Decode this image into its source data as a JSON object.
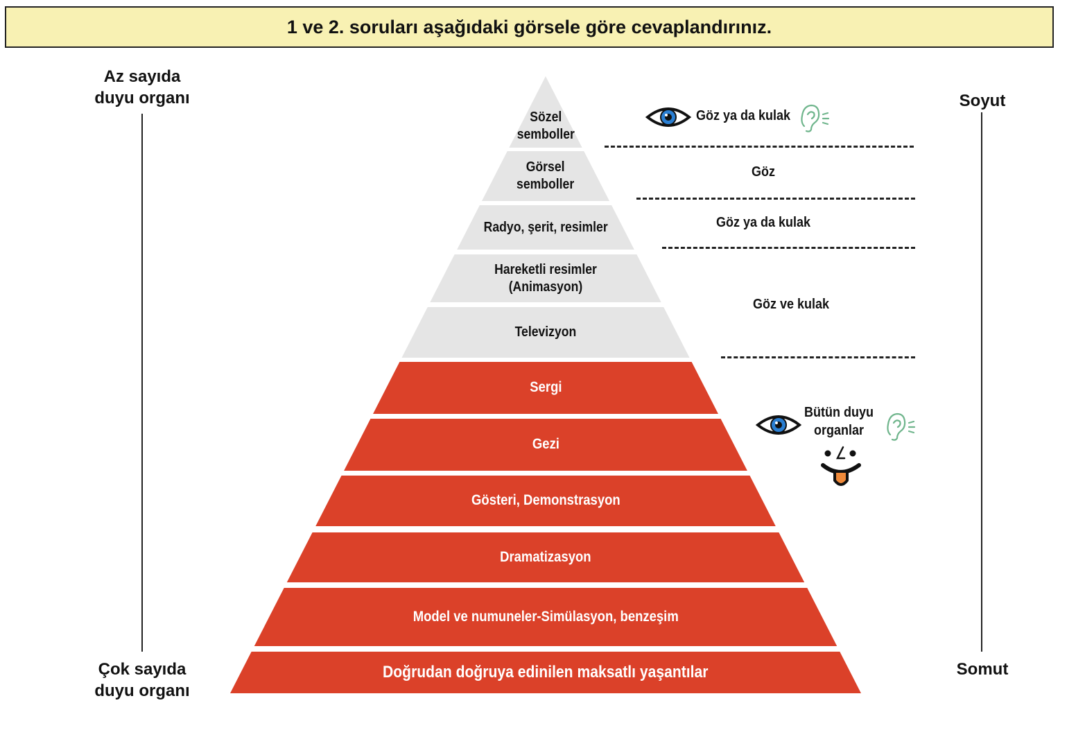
{
  "banner": "1 ve 2. soruları aşağıdaki görsele göre cevaplandırınız.",
  "left_axis": {
    "top": [
      "Az sayıda",
      "duyu organı"
    ],
    "bottom": [
      "Çok sayıda",
      "duyu organı"
    ]
  },
  "right_axis": {
    "top": "Soyut",
    "bottom": "Somut"
  },
  "colors": {
    "gray": "#e5e5e5",
    "red": "#db4129",
    "banner": "#f8f1b3"
  },
  "layers": [
    {
      "lines": [
        "Sözel",
        "semboller"
      ],
      "style": "gray"
    },
    {
      "lines": [
        "Görsel",
        "semboller"
      ],
      "style": "gray"
    },
    {
      "lines": [
        "Radyo, şerit, resimler"
      ],
      "style": "gray"
    },
    {
      "lines": [
        "Hareketli resimler",
        "(Animasyon)"
      ],
      "style": "gray"
    },
    {
      "lines": [
        "Televizyon"
      ],
      "style": "gray"
    },
    {
      "lines": [
        "Sergi"
      ],
      "style": "red"
    },
    {
      "lines": [
        "Gezi"
      ],
      "style": "red"
    },
    {
      "lines": [
        "Gösteri, Demonstrasyon"
      ],
      "style": "red"
    },
    {
      "lines": [
        "Dramatizasyon"
      ],
      "style": "red"
    },
    {
      "lines": [
        "Model ve numuneler-Simülasyon, benzeşim"
      ],
      "style": "red"
    },
    {
      "lines": [
        "Doğrudan doğruya edinilen maksatlı yaşantılar"
      ],
      "style": "red"
    }
  ],
  "senses": {
    "s1": "Göz ya da kulak",
    "s2": "Göz",
    "s3": "Göz ya da kulak",
    "s4": "Göz ve kulak",
    "s5": [
      "Bütün duyu",
      "organlar"
    ]
  },
  "icons": [
    "eye-icon",
    "ear-icon",
    "face-icon"
  ]
}
